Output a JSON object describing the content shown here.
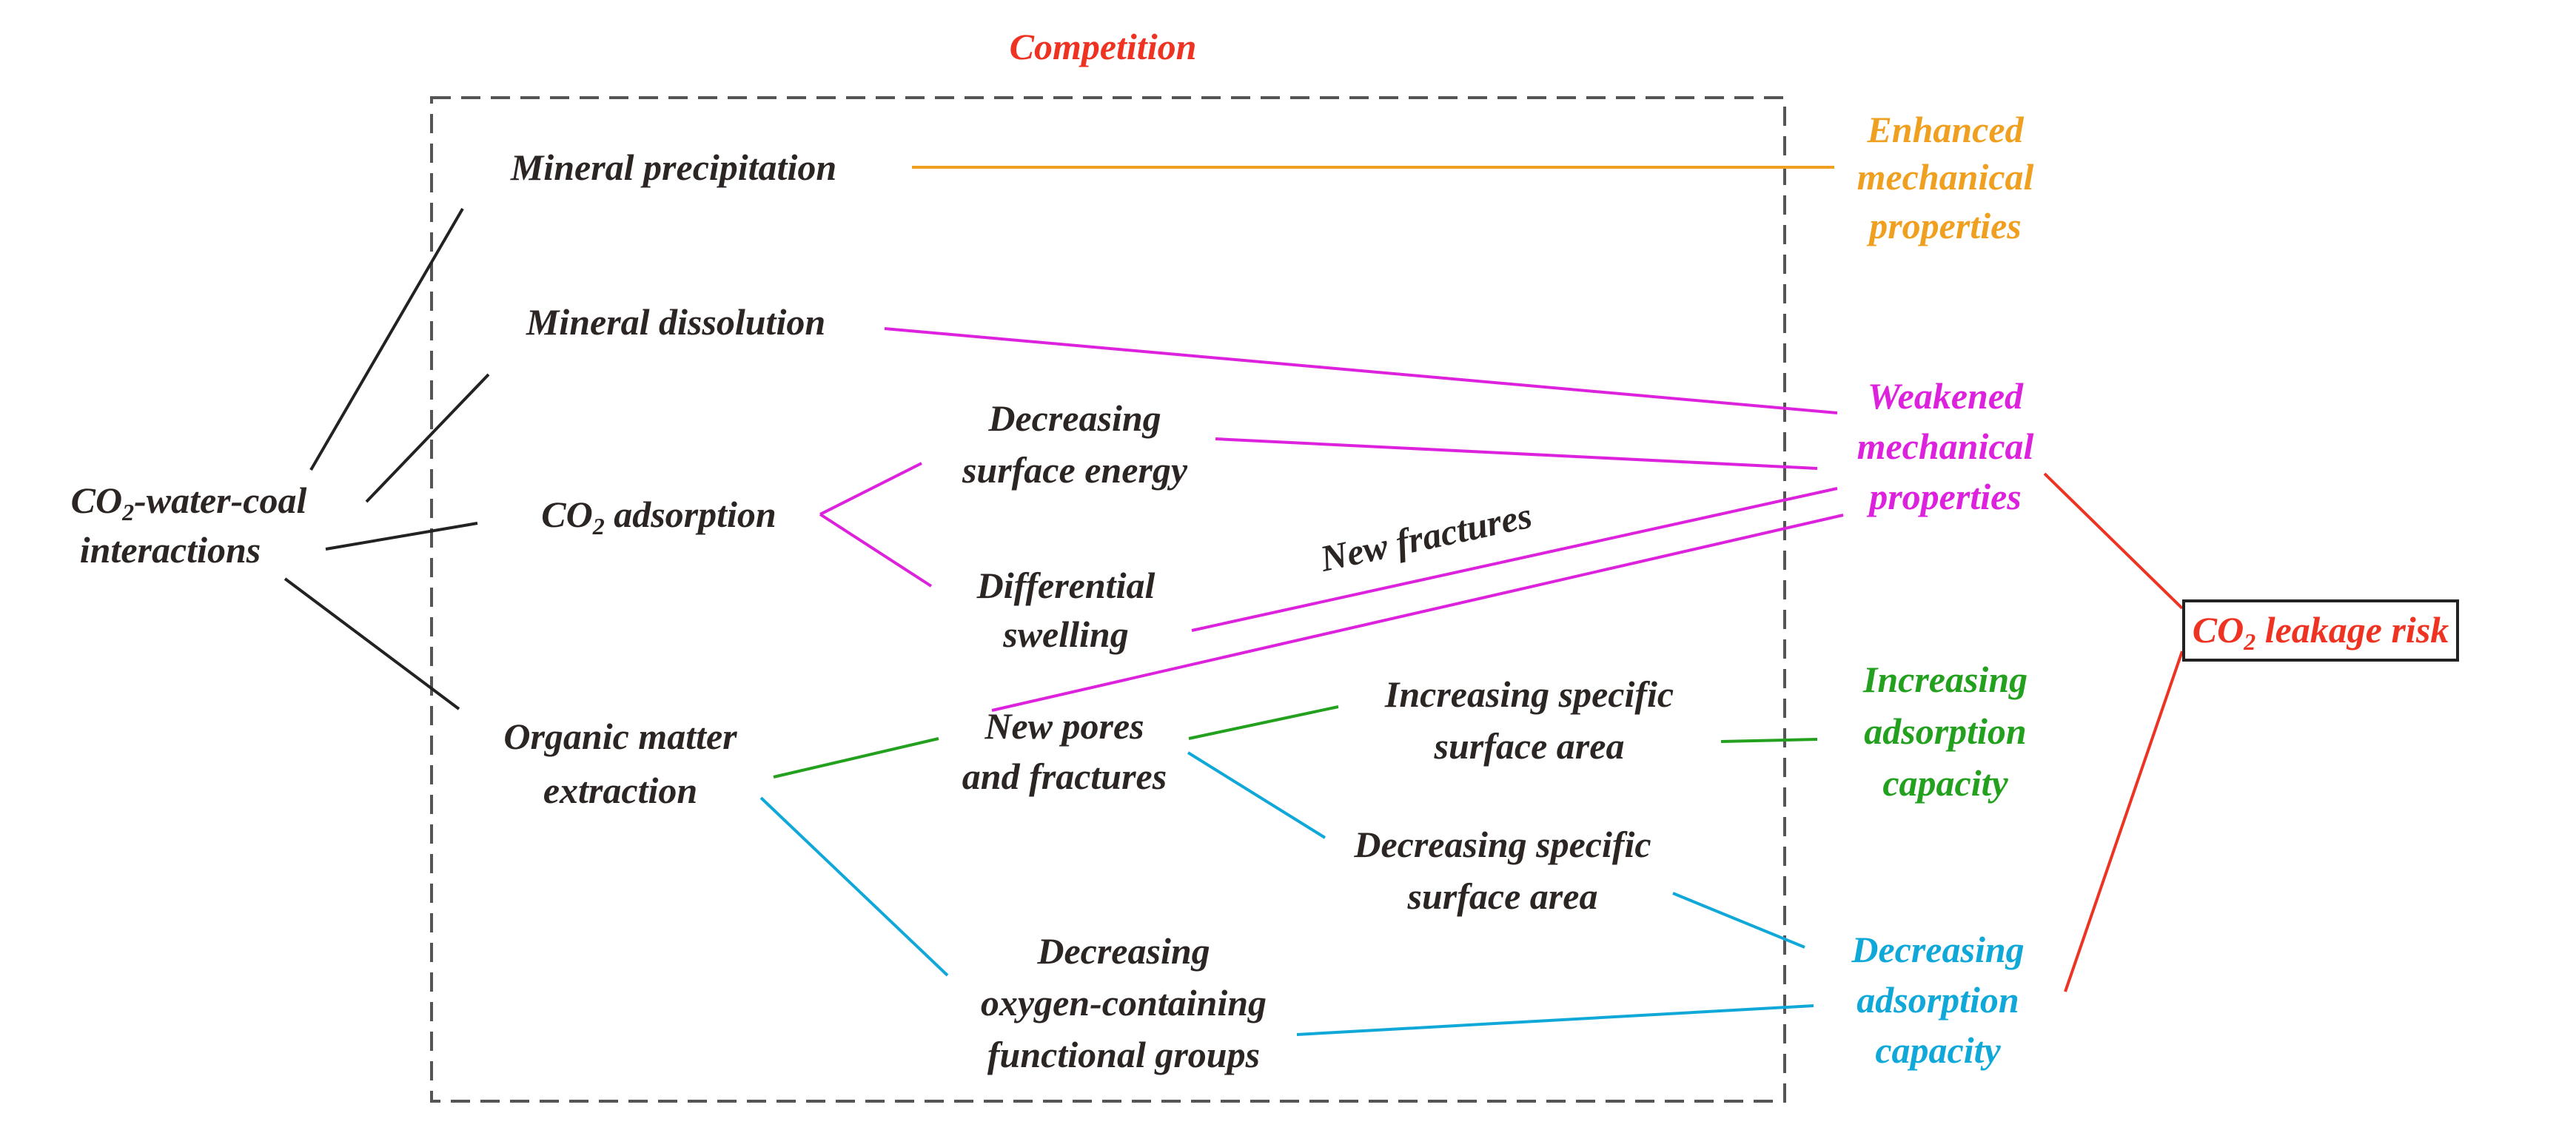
{
  "colors": {
    "text_dark": "#2b2523",
    "competition": "#ee3322",
    "enhanced": "#f0a020",
    "weakened": "#dd22dd",
    "increasing": "#22a01e",
    "decreasing": "#10a8d8",
    "risk": "#ee3322",
    "black_line": "#222222",
    "frame": "#555555"
  },
  "labels": {
    "competition": "Competition",
    "co2_water_coal_line1_pre": "CO",
    "co2_water_coal_line1_sub": "2",
    "co2_water_coal_line1_post": "-water-coal",
    "co2_water_coal_line2": "interactions",
    "mineral_precipitation": "Mineral precipitation",
    "mineral_dissolution": "Mineral dissolution",
    "co2_adsorption_pre": "CO",
    "co2_adsorption_sub": "2",
    "co2_adsorption_post": " adsorption",
    "organic_line1": "Organic matter",
    "organic_line2": "extraction",
    "dec_surface_line1": "Decreasing",
    "dec_surface_line2": "surface energy",
    "diff_swelling_line1": "Differential",
    "diff_swelling_line2": "swelling",
    "new_fractures": "New fractures",
    "new_pores_line1": "New pores",
    "new_pores_line2": "and fractures",
    "inc_ssa_line1": "Increasing specific",
    "inc_ssa_line2": "surface area",
    "dec_ssa_line1": "Decreasing specific",
    "dec_ssa_line2": "surface area",
    "dec_oxygen_line1": "Decreasing",
    "dec_oxygen_line2": "oxygen-containing",
    "dec_oxygen_line3": "functional groups",
    "enhanced_line1": "Enhanced",
    "enhanced_line2": "mechanical",
    "enhanced_line3": "properties",
    "weakened_line1": "Weakened",
    "weakened_line2": "mechanical",
    "weakened_line3": "properties",
    "inc_capacity_line1": "Increasing",
    "inc_capacity_line2": "adsorption",
    "inc_capacity_line3": "capacity",
    "dec_capacity_line1": "Decreasing",
    "dec_capacity_line2": "adsorption",
    "dec_capacity_line3": "capacity",
    "risk_pre": "CO",
    "risk_sub": "2",
    "risk_post": " leakage risk"
  }
}
